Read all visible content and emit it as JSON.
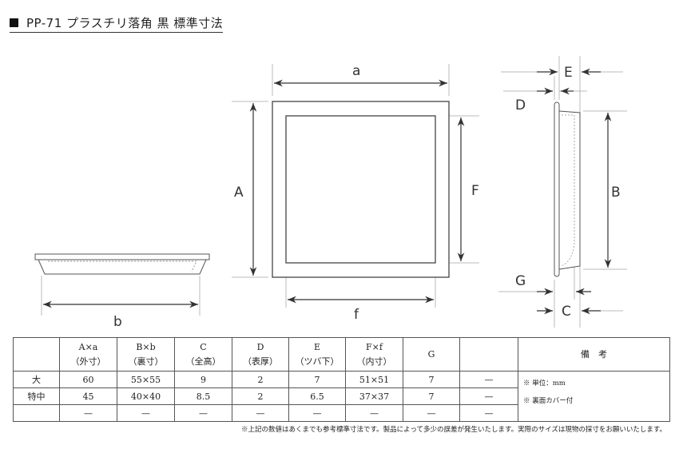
{
  "title": "PP-71 プラスチリ落角 黒 標準寸法",
  "drawing_labels": {
    "a": "a",
    "A": "A",
    "F": "F",
    "f": "f",
    "b": "b",
    "E": "E",
    "D": "D",
    "B": "B",
    "G": "G",
    "C": "C"
  },
  "table": {
    "headers": [
      {
        "top": "",
        "bottom": ""
      },
      {
        "top": "A×a",
        "bottom": "（外寸）"
      },
      {
        "top": "B×b",
        "bottom": "（裏寸）"
      },
      {
        "top": "C",
        "bottom": "（全高）"
      },
      {
        "top": "D",
        "bottom": "（表厚）"
      },
      {
        "top": "E",
        "bottom": "（ツバ下）"
      },
      {
        "top": "F×f",
        "bottom": "（内寸）"
      },
      {
        "top": "G",
        "bottom": ""
      },
      {
        "top": "",
        "bottom": ""
      }
    ],
    "remarks_header": "備　考",
    "rows": [
      [
        "大",
        "60",
        "55×55",
        "9",
        "2",
        "7",
        "51×51",
        "7",
        "—"
      ],
      [
        "特中",
        "45",
        "40×40",
        "8.5",
        "2",
        "6.5",
        "37×37",
        "7",
        "—"
      ],
      [
        "",
        "—",
        "—",
        "—",
        "—",
        "—",
        "—",
        "—",
        "—"
      ]
    ],
    "remarks": [
      "※ 単位：mm",
      "※ 裏面カバー付"
    ]
  },
  "note": "※上記の数値はあくまでも参考標準寸法です。製品によって多少の誤差が発生いたします。実際のサイズは現物の採寸をお願いいたします。"
}
